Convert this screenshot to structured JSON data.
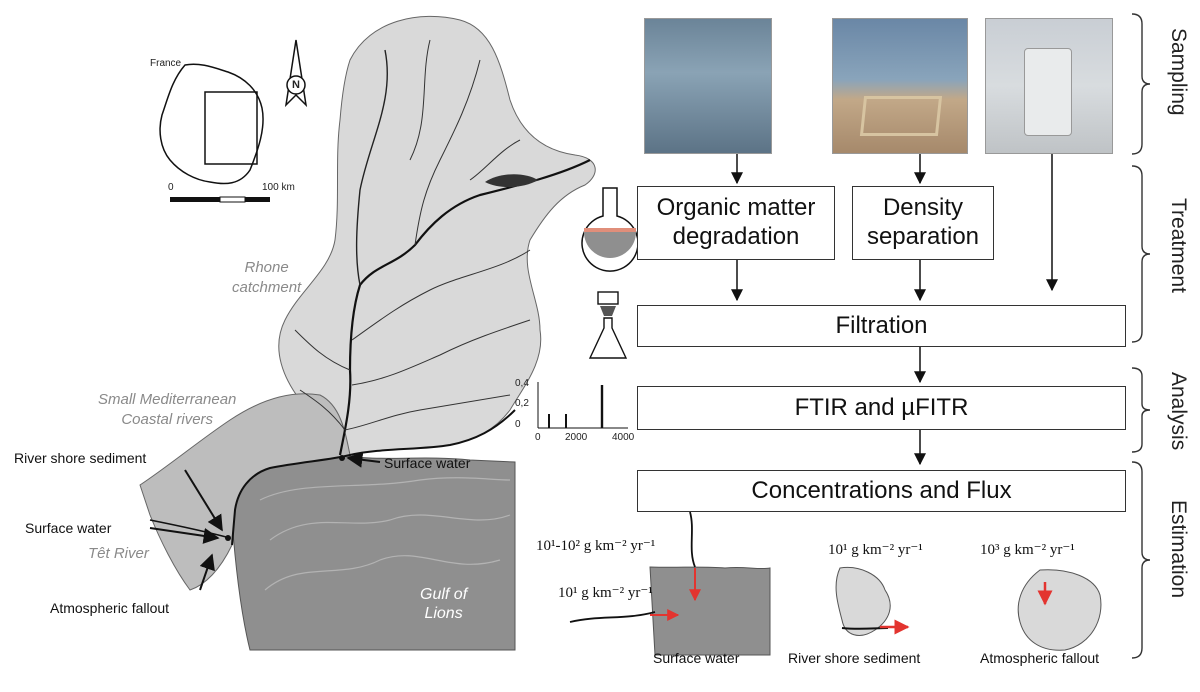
{
  "map": {
    "france_label": "France",
    "scale_zero": "0",
    "scale_100": "100 km",
    "north": "N",
    "rhone_catchment": "Rhone\ncatchment",
    "small_rivers": "Small Mediterranean\nCoastal rivers",
    "tet_river": "Têt River",
    "gulf": "Gulf of\nLions",
    "label_river_shore": "River shore sediment",
    "label_surface_water_left": "Surface water",
    "label_surface_water_right": "Surface water",
    "label_atmospheric": "Atmospheric fallout"
  },
  "phases": [
    "Sampling",
    "Treatment",
    "Analysis",
    "Estimation"
  ],
  "boxes": {
    "organic": "Organic matter\ndegradation",
    "density": "Density\nseparation",
    "filtration": "Filtration",
    "ftir": "FTIR and µFITR",
    "concentrations": "Concentrations and Flux"
  },
  "spectrum": {
    "y_ticks": [
      "0,4",
      "0,2",
      "0"
    ],
    "x_ticks": [
      "0",
      "2000",
      "4000"
    ]
  },
  "estimation": {
    "flux_surface_top": "10¹-10² g km⁻² yr⁻¹",
    "flux_surface_bottom": "10¹ g km⁻² yr⁻¹",
    "flux_shore": "10¹ g km⁻² yr⁻¹",
    "flux_atmos": "10³ g km⁻² yr⁻¹",
    "caption_surface": "Surface water",
    "caption_shore": "River shore sediment",
    "caption_atmos": "Atmospheric fallout"
  },
  "colors": {
    "land_light": "#d9d9d9",
    "sea_dark": "#8f8f8f",
    "arrow_red": "#e3342f"
  }
}
